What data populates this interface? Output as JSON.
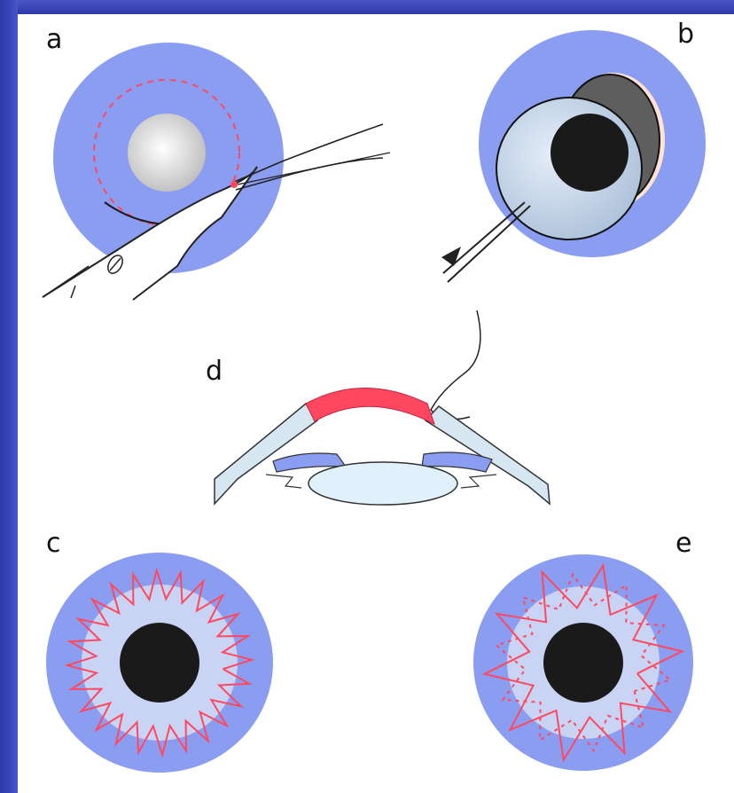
{
  "panels": {
    "a": {
      "label": "a"
    },
    "b": {
      "label": "b"
    },
    "c": {
      "label": "c"
    },
    "d": {
      "label": "d"
    },
    "e": {
      "label": "e"
    }
  },
  "colors": {
    "cornea_blue": "#8a9df0",
    "graft_light": "#c9d4f4",
    "suture_red": "#ff4860",
    "pupil": "#1a1a1a",
    "frame_blue": "#3340b0"
  }
}
